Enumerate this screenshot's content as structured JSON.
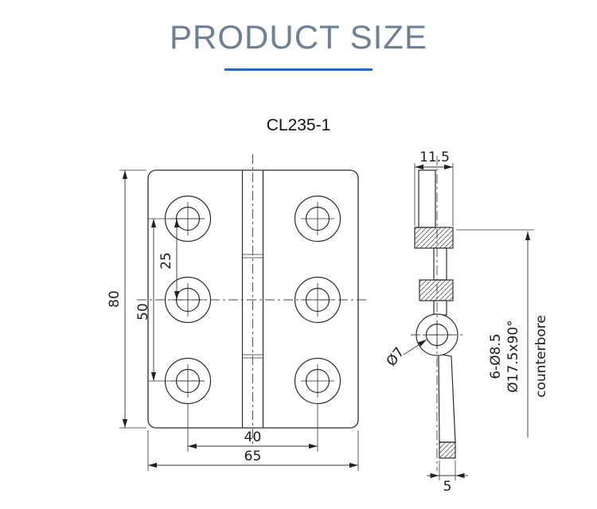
{
  "page": {
    "title": "PRODUCT SIZE",
    "accent_color": "#1b6ec2",
    "title_color": "#6e8093"
  },
  "drawing": {
    "model": "CL235-1",
    "front_view": {
      "dim_height": "80",
      "dim_hole_span_vertical": "50",
      "dim_hole_pitch": "25",
      "dim_hole_span_horizontal": "40",
      "dim_width": "65"
    },
    "side_view": {
      "dim_thickness_top": "11.5",
      "dim_thickness_bottom": "5",
      "dim_pin_hole": "Ø7",
      "note_holes": "6-Ø8.5",
      "note_counterbore_size": "Ø17.5x90°",
      "note_counterbore_label": "counterbore"
    }
  }
}
